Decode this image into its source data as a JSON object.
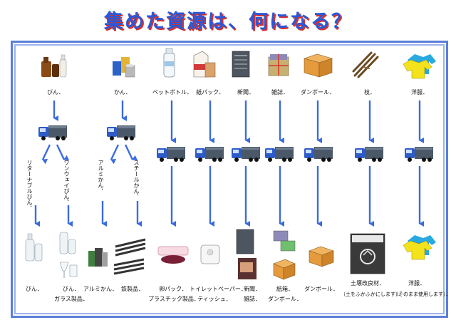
{
  "title": "集めた資源は、何になる？",
  "top_items": [
    {
      "label": "びん．",
      "icon": "bottles-icon"
    },
    {
      "label": "かん．",
      "icon": "cans-icon"
    },
    {
      "label": "ペットボトル．",
      "icon": "pet-bottle-icon"
    },
    {
      "label": "紙パック．",
      "icon": "milk-carton-icon"
    },
    {
      "label": "新聞．",
      "icon": "newspaper-icon"
    },
    {
      "label": "雑誌．",
      "icon": "magazine-icon"
    },
    {
      "label": "ダンボール．",
      "icon": "cardboard-box-icon"
    },
    {
      "label": "枝．",
      "icon": "branches-icon"
    },
    {
      "label": "洋服．",
      "icon": "clothes-icon"
    }
  ],
  "branch_labels": [
    "リターナブルびん．",
    "ワンウェイびん．",
    "アルミかん．",
    "スチールかん．"
  ],
  "bottom_items": [
    {
      "line1": "びん．",
      "line2": ""
    },
    {
      "line1": "びん．",
      "line2": "ガラス製品．"
    },
    {
      "line1": "アルミかん．",
      "line2": ""
    },
    {
      "line1": "鉄製品．",
      "line2": ""
    },
    {
      "line1": "卵パック．",
      "line2": "プラスチック製品．"
    },
    {
      "line1": "トイレットペーパー．",
      "line2": "ティッシュ．"
    },
    {
      "line1": "新聞．",
      "line2": "雑誌．"
    },
    {
      "line1": "紙箱．",
      "line2": "ダンボール．"
    },
    {
      "line1": "ダンボール．",
      "line2": ""
    },
    {
      "line1": "土壌改良材．",
      "line2": ""
    },
    {
      "line1": "洋服．",
      "line2": ""
    }
  ],
  "notes": [
    "（土をふかふかにします）．",
    "（そのまま使用します）．"
  ],
  "colors": {
    "arrow": "#3a6be0",
    "truck_cab": "#1d4fbf",
    "truck_body": "#5a6a7a",
    "title": "#2a58d8",
    "title_shadow": "#d6322c"
  }
}
